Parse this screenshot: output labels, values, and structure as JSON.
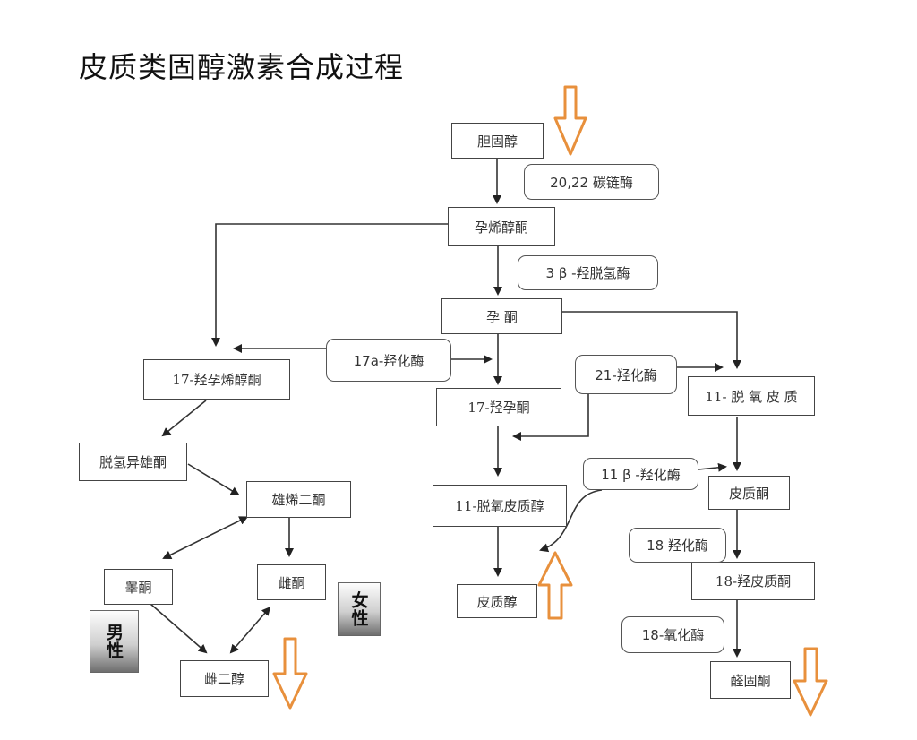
{
  "title": "皮质类固醇激素合成过程",
  "colors": {
    "box_border": "#444444",
    "arrow": "#222222",
    "hollow_arrow": "#E8903C"
  },
  "nodes": {
    "cholesterol": "胆固醇",
    "pregnenolone": "孕烯醇酮",
    "progesterone": "孕  酮",
    "hydroxypregnenolone17": "17-羟孕烯醇酮",
    "hydroxyprogesterone17": "17-羟孕酮",
    "deoxycorticosterone11": "11- 脱 氧 皮 质",
    "dhea": "脱氢异雄酮",
    "androstenedione": "雄烯二酮",
    "deoxycortisol11": "11-脱氧皮质醇",
    "corticosterone": "皮质酮",
    "testosterone": "睾酮",
    "estrone": "雌酮",
    "cortisol": "皮质醇",
    "hydroxycorticosterone18": "18-羟皮质酮",
    "estradiol": "雌二醇",
    "aldosterone": "醛固酮"
  },
  "enzymes": {
    "desmolase": "20,22 碳链酶",
    "hsd3b": "3 β -羟脱氢酶",
    "hydroxylase17a": "17a-羟化酶",
    "hydroxylase21": "21-羟化酶",
    "hydroxylase11b": "11 β -羟化酶",
    "hydroxylase18": "18 羟化酶",
    "oxidase18": "18-氧化酶"
  },
  "labels": {
    "male": "男性",
    "female": "女性"
  }
}
